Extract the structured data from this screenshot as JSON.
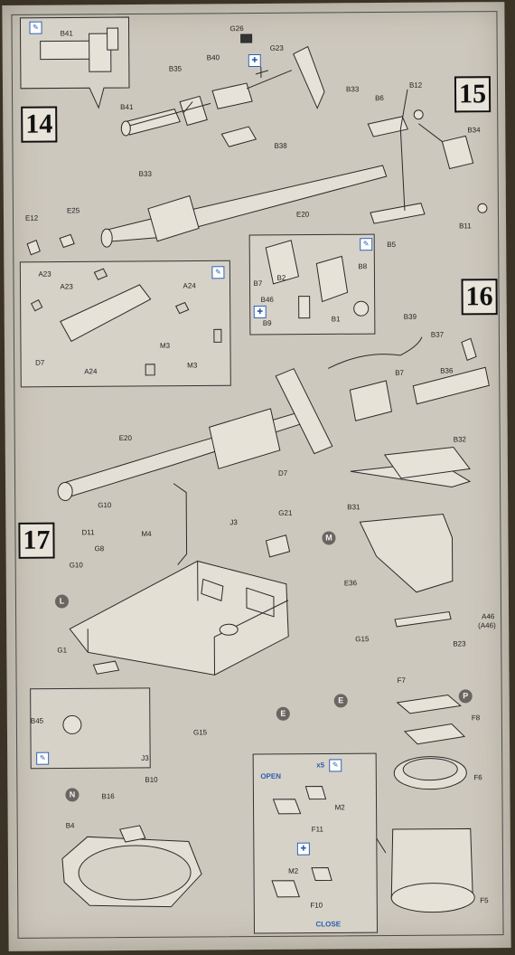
{
  "steps": [
    "14",
    "15",
    "16",
    "17"
  ],
  "labels": {
    "B41a": "B41",
    "G26": "G26",
    "G23": "G23",
    "B40": "B40",
    "B35": "B35",
    "B41b": "B41",
    "B33a": "B33",
    "B38": "B38",
    "B6": "B6",
    "B12": "B12",
    "B34": "B34",
    "B33b": "B33",
    "E12": "E12",
    "E25": "E25",
    "E20a": "E20",
    "B5": "B5",
    "B11": "B11",
    "A23a": "A23",
    "A23b": "A23",
    "A24a": "A24",
    "D7a": "D7",
    "A24b": "A24",
    "M3a": "M3",
    "M3b": "M3",
    "B7a": "B7",
    "B2": "B2",
    "B8": "B8",
    "B46": "B46",
    "B9": "B9",
    "B1": "B1",
    "B39": "B39",
    "B37": "B37",
    "B7b": "B7",
    "B36": "B36",
    "E20b": "E20",
    "D7b": "D7",
    "B32": "B32",
    "B31": "B31",
    "G10a": "G10",
    "D11": "D11",
    "M4": "M4",
    "J3a": "J3",
    "G21": "G21",
    "G8": "G8",
    "G10b": "G10",
    "E36": "E36",
    "A46": "A46",
    "A46p": "(A46)",
    "G1": "G1",
    "G15a": "G15",
    "B23": "B23",
    "B45": "B45",
    "J3b": "J3",
    "G15b": "G15",
    "F7": "F7",
    "F8": "F8",
    "F6": "F6",
    "B10": "B10",
    "B16": "B16",
    "B4": "B4",
    "M2a": "M2",
    "F11": "F11",
    "M2b": "M2",
    "F10": "F10",
    "F5": "F5"
  },
  "markers": {
    "L": "L",
    "M": "M",
    "E1": "E",
    "E2": "E",
    "N": "N",
    "P": "P"
  },
  "open_label": "OPEN",
  "close_label": "CLOSE",
  "count_x5": "x5"
}
